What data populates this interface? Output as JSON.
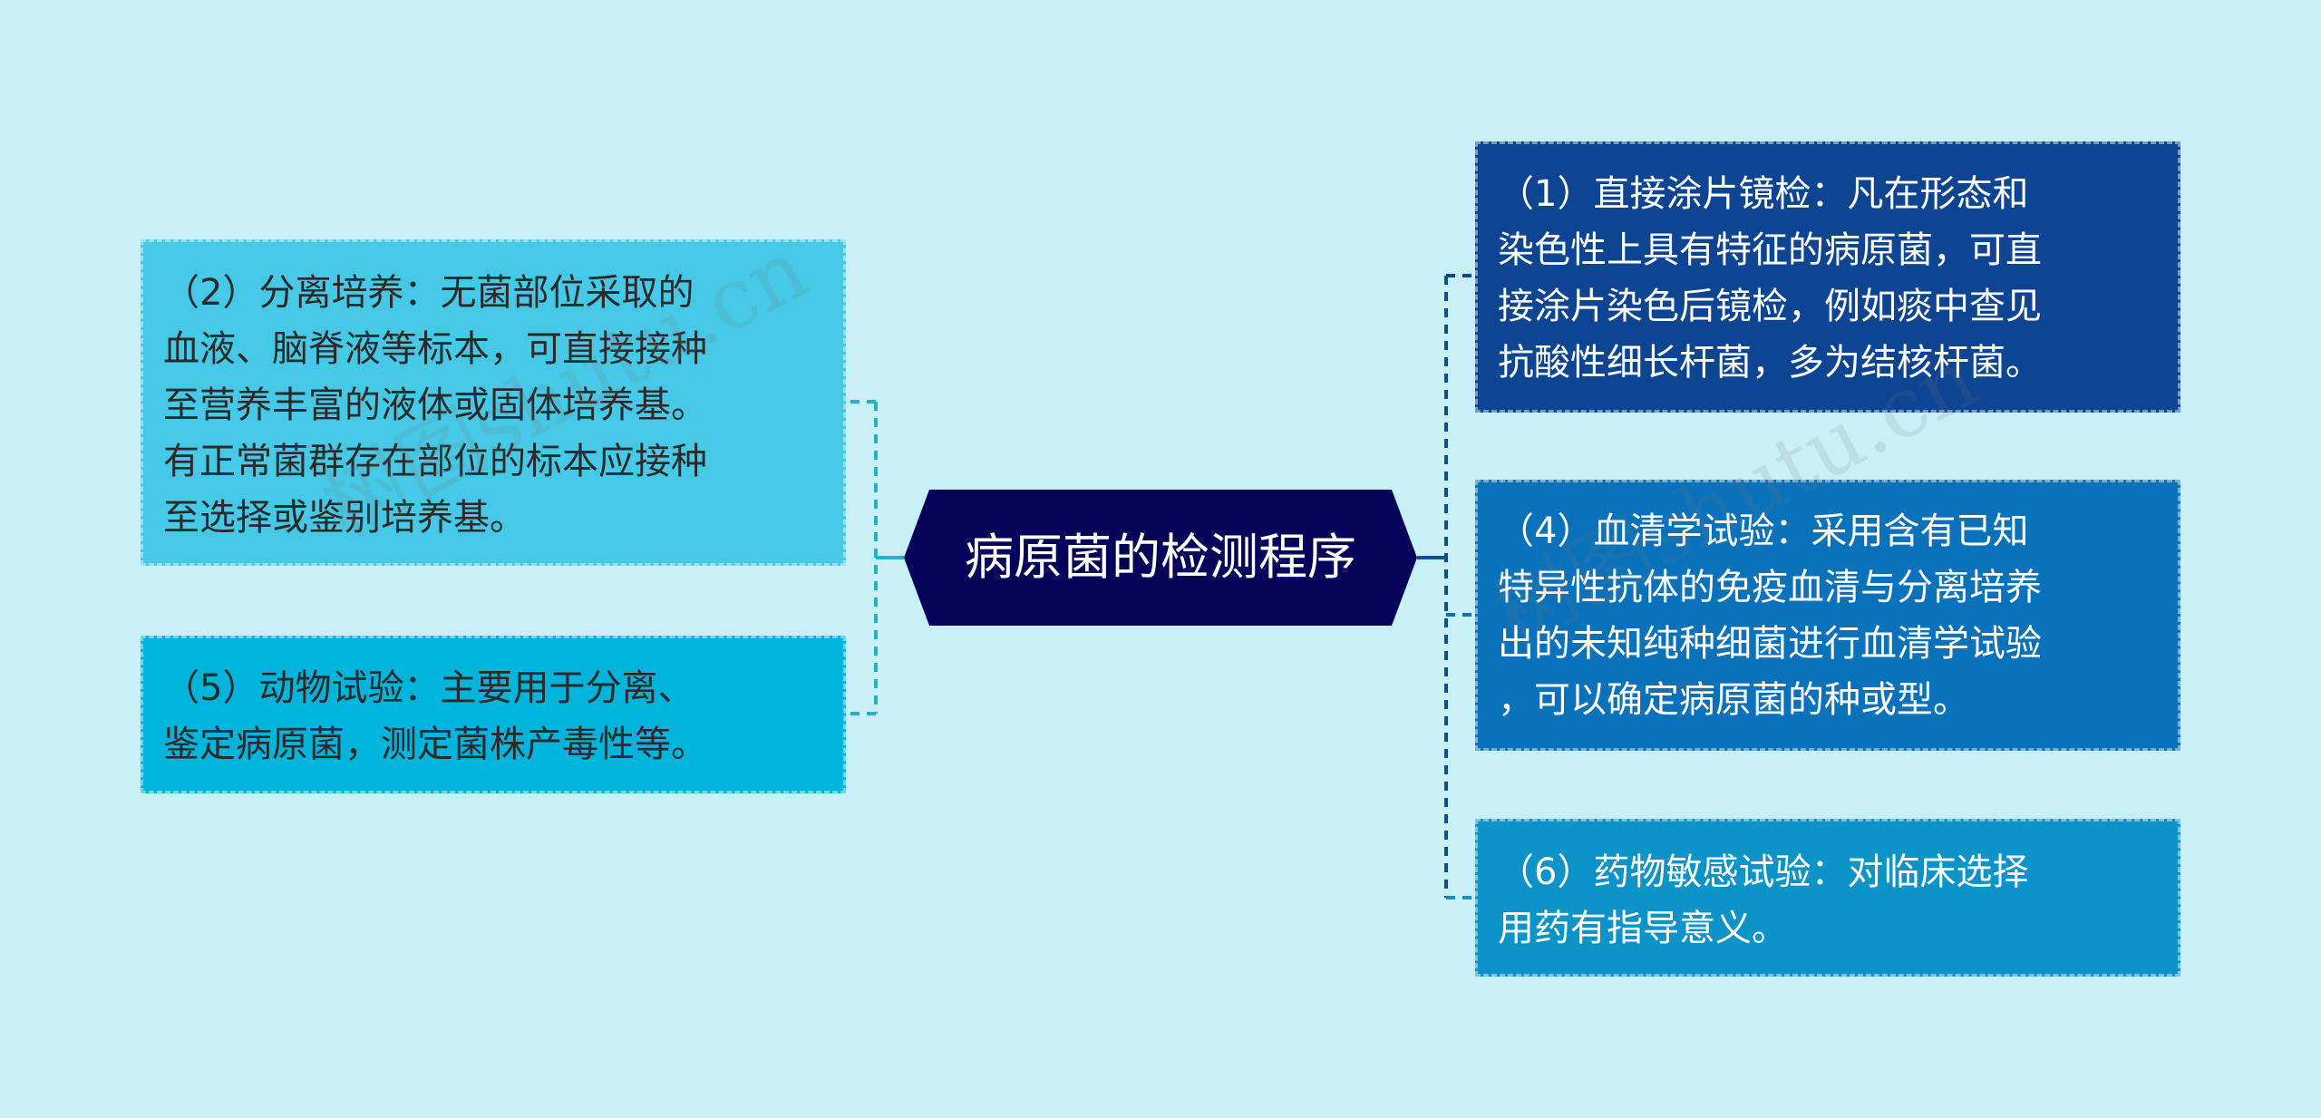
{
  "title": "病原菌的检测程序",
  "colors": {
    "background": "#c9f0f7",
    "center": "#05035a",
    "node_1": "#0d4592",
    "node_2": "#46c9e6",
    "node_4": "#0a72bb",
    "node_5": "#00b4dc",
    "node_6": "#0c93c8",
    "connector_left": "#22b1c8",
    "connector_right": "#0e4f8e"
  },
  "left_nodes": [
    {
      "text": "（2）分离培养：无菌部位采取的\n血液、脑脊液等标本，可直接接种\n至营养丰富的液体或固体培养基。\n有正常菌群存在部位的标本应接种\n至选择或鉴别培养基。"
    },
    {
      "text": "（5）动物试验：主要用于分离、\n鉴定病原菌，测定菌株产毒性等。"
    }
  ],
  "right_nodes": [
    {
      "text": "（1）直接涂片镜检：凡在形态和\n染色性上具有特征的病原菌，可直\n接涂片染色后镜检，例如痰中查见\n抗酸性细长杆菌，多为结核杆菌。"
    },
    {
      "text": "（4）血清学试验：采用含有已知\n特异性抗体的免疫血清与分离培养\n出的未知纯种细菌进行血清学试验\n，可以确定病原菌的种或型。"
    },
    {
      "text": "（6）药物敏感试验：对临床选择\n用药有指导意义。"
    }
  ],
  "watermarks": [
    "树图shutu.cn",
    "树图shutu.cn"
  ]
}
